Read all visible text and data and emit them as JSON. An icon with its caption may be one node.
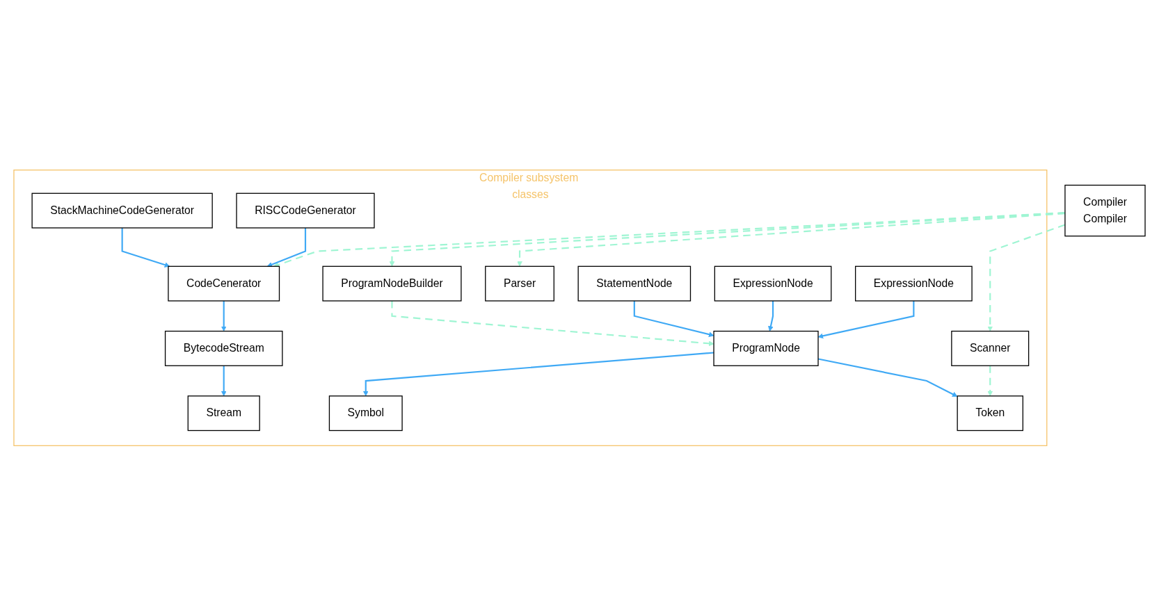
{
  "diagram": {
    "nodes": [
      {
        "text": [
          "Compiler",
          "Compiler"
        ]
      },
      {
        "text": [
          "Compiler subsystem classes"
        ]
      },
      {
        "text": [
          "Stream"
        ],
        "in": 1
      },
      {
        "text": [
          "Scanner"
        ],
        "in": 1
      },
      {
        "text": [
          "Token"
        ],
        "in": 1
      },
      {
        "text": [
          "Parser"
        ],
        "in": 1
      },
      {
        "text": [
          "Symbol"
        ],
        "in": 1
      },
      {
        "text": [
          "BytecodeStream"
        ],
        "in": 1
      },
      {
        "text": [
          "ProgramNodeBuilder"
        ],
        "in": 1
      },
      {
        "text": [
          "ProgramNode"
        ],
        "in": 1
      },
      {
        "text": [
          "CodeCenerator"
        ],
        "in": 1
      },
      {
        "text": [
          "StatementNode"
        ],
        "in": 1
      },
      {
        "text": [
          "ExpressionNode"
        ],
        "in": 1
      },
      {
        "text": [
          "ExpressionNode"
        ],
        "in": 1
      },
      {
        "text": [
          "StackMachineCodeGenerator"
        ],
        "in": 1
      },
      {
        "text": [
          "RISCCodeGenerator"
        ],
        "in": 1
      }
    ],
    "edges": [
      {
        "from": 0,
        "to": 3,
        "arrow": "to",
        "style": "dashed",
        "color": "#9ff5d3"
      },
      {
        "from": 3,
        "to": 4,
        "arrow": "to",
        "style": "dashed",
        "color": "#9ff5d3"
      },
      {
        "from": 0,
        "to": 5,
        "arrow": "to",
        "style": "dashed",
        "color": "#9ff5d3"
      },
      {
        "from": 0,
        "to": 8,
        "arrow": "to",
        "style": "dashed",
        "color": "#9ff5d3"
      },
      {
        "from": 8,
        "to": 9,
        "arrow": "to",
        "style": "dashed",
        "color": "#9ff5d3"
      },
      {
        "from": 0,
        "to": 10,
        "arrow": "to",
        "style": "dashed",
        "color": "#9ff5d3"
      },
      {
        "from": 9,
        "to": 4,
        "arrow": "to"
      },
      {
        "from": 9,
        "to": 6,
        "arrow": "to"
      },
      {
        "from": 7,
        "to": 2,
        "arrow": "to"
      },
      {
        "from": 10,
        "to": 7,
        "arrow": "to"
      },
      {
        "from": 14,
        "to": 10,
        "arrow": "to"
      },
      {
        "from": 15,
        "to": 10,
        "arrow": "to"
      },
      {
        "from": 11,
        "to": 9,
        "arrow": "to"
      },
      {
        "from": 12,
        "to": 9,
        "arrow": "to"
      },
      {
        "from": 13,
        "to": 9,
        "arrow": "to"
      }
    ]
  }
}
